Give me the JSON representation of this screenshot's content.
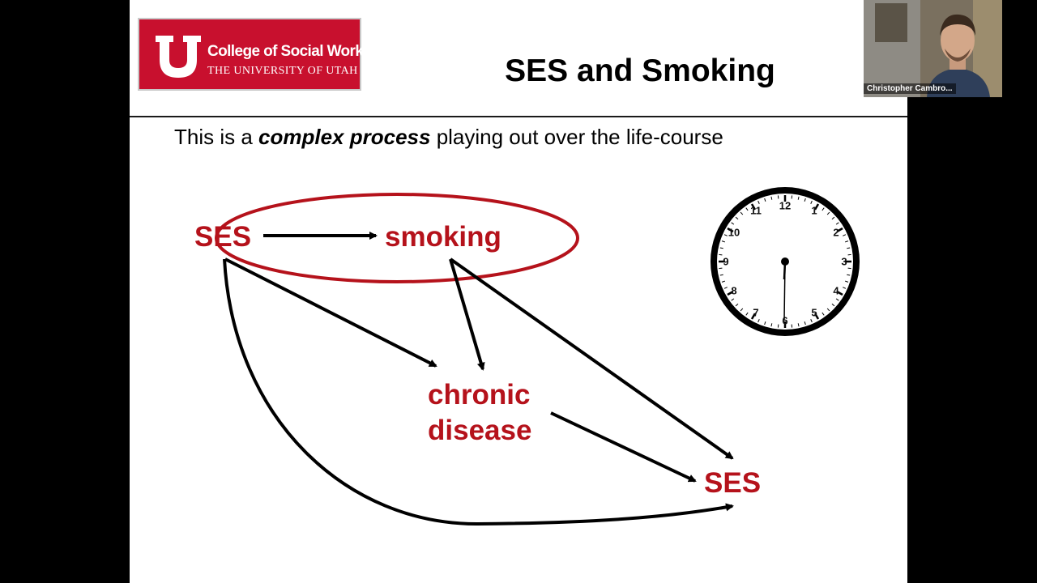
{
  "slide": {
    "logo": {
      "college": "College of Social Work",
      "university": "THE UNIVERSITY OF UTAH",
      "brand_color": "#c8102e"
    },
    "title": "SES and Smoking",
    "subtitle": {
      "prefix": "This is a ",
      "emphasis": "complex process",
      "suffix": " playing out over the life-course"
    },
    "diagram": {
      "node_color": "#b5121b",
      "nodes": {
        "ses_start": "SES",
        "smoking": "smoking",
        "chronic_line1": "chronic",
        "chronic_line2": "disease",
        "ses_end": "SES"
      }
    },
    "clock": {
      "icon": "clock-icon",
      "numbers": [
        "12",
        "1",
        "2",
        "3",
        "4",
        "5",
        "6",
        "7",
        "8",
        "9",
        "10",
        "11"
      ]
    }
  },
  "participant": {
    "name": "Christopher Cambro..."
  }
}
